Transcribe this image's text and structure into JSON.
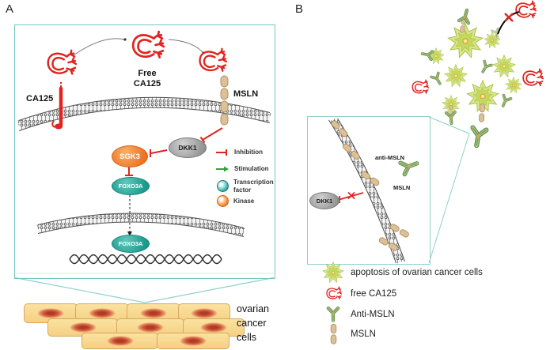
{
  "panel_a": {
    "label": "A",
    "ca125": "CA125",
    "free_ca125": "Free CA125",
    "msln": "MSLN",
    "dkk1": "DKK1",
    "sgk3": "SGK3",
    "foxo3a_cytoplasm": "FOXO3A",
    "foxo3a_nucleus": "FOXO3A",
    "legend": {
      "inhibition": "Inhibition",
      "stimulation": "Stimulation",
      "transcription_factor": "Transcription factor",
      "kinase": "Kinase"
    },
    "cells_label": "ovarian cancer cells"
  },
  "panel_b": {
    "label": "B",
    "inset": {
      "anti_msln": "anti-MSLN",
      "msln": "MSLN",
      "dkk1": "DKK1"
    },
    "legend": {
      "apoptosis": "apoptosis of ovarian cancer cells",
      "free_ca125": "free CA125",
      "anti_msln": "Anti-MSLN",
      "msln": "MSLN"
    }
  },
  "colors": {
    "callout_teal": "#74c6c1",
    "inhibition_red": "#e02420",
    "stimulation_green": "#2ea73c",
    "kinase_orange": "#ee7118",
    "transcription_teal": "#1d9a8d",
    "dkk1_gray": "#9a9a9a",
    "apoptosis_green": "#d8e689",
    "antibody_green": "#a8c884",
    "msln_tan": "#dcc096",
    "cancer_cell_fill": "#f8d88f",
    "nucleus_red": "#c04a30"
  }
}
